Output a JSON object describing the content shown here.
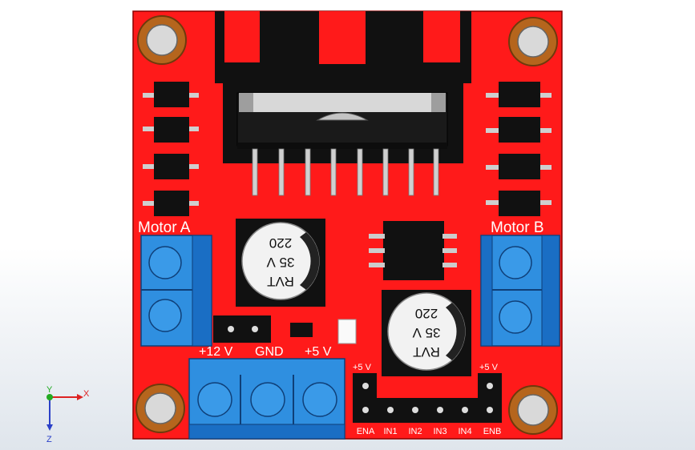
{
  "board": {
    "color": "#ff1a1a",
    "terminal_color": "#2f8fe0",
    "motor_a_label": "Motor A",
    "motor_b_label": "Motor B",
    "power_labels": [
      "+12 V",
      "GND",
      "+5 V"
    ],
    "left_5v_label": "+5 V",
    "right_5v_label": "+5 V",
    "header_labels": [
      "ENA",
      "IN1",
      "IN2",
      "IN3",
      "IN4",
      "ENB"
    ]
  },
  "capacitor": {
    "line1": "RVT",
    "line2": "35 V",
    "line3": "220"
  },
  "axes": {
    "x_label": "X",
    "y_label": "Y",
    "z_label": "Z"
  }
}
